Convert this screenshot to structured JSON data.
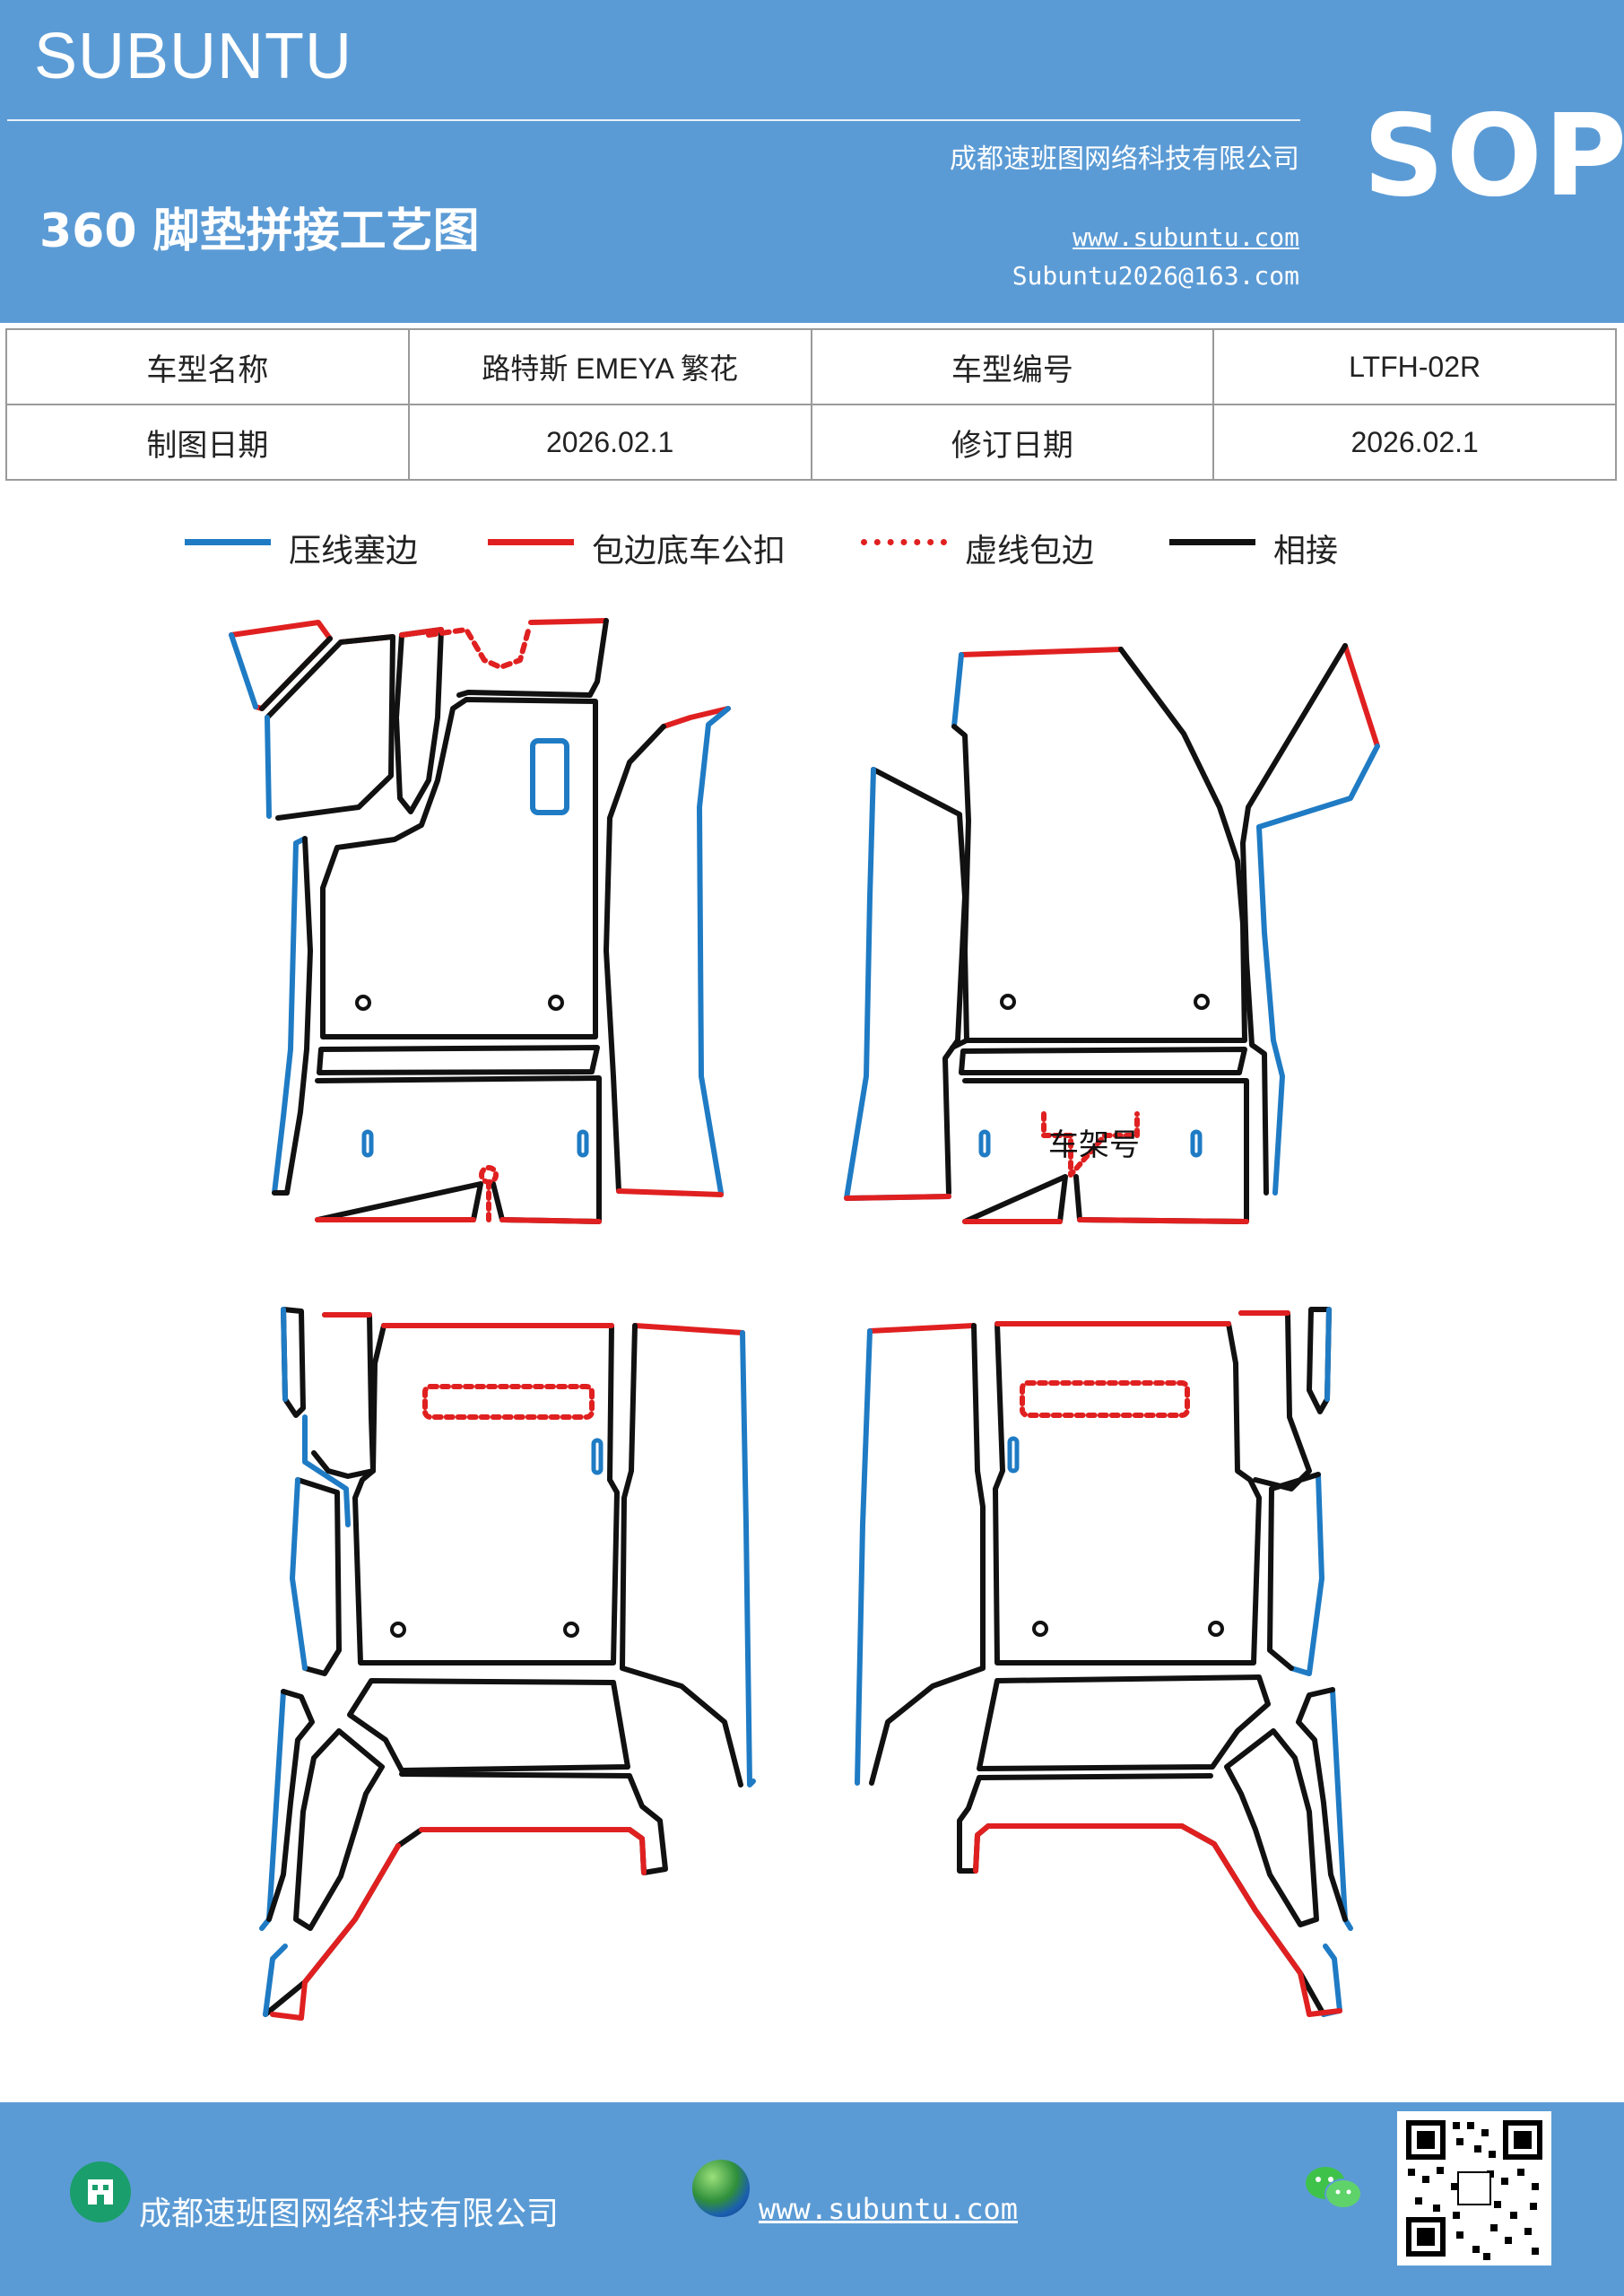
{
  "header": {
    "brand": "SUBUNTU",
    "title": "360 脚垫拼接工艺图",
    "company": "成都速班图网络科技有限公司",
    "website": "www.subuntu.com",
    "email": "Subuntu2026@163.com",
    "badge": "SOP",
    "color": "#5b9bd5"
  },
  "info_table": {
    "rows": [
      [
        "车型名称",
        "路特斯 EMEYA 繁花",
        "车型编号",
        "LTFH-02R"
      ],
      [
        "制图日期",
        "2026.02.1",
        "修订日期",
        "2026.02.1"
      ]
    ]
  },
  "legend": [
    {
      "label": "压线塞边",
      "color": "#1f7bc4",
      "style": "solid"
    },
    {
      "label": "包边底车公扣",
      "color": "#e02020",
      "style": "solid"
    },
    {
      "label": "虚线包边",
      "color": "#e02020",
      "style": "dotted"
    },
    {
      "label": "相接",
      "color": "#111111",
      "style": "solid"
    }
  ],
  "diagram": {
    "frame_label": "车架号"
  },
  "footer": {
    "company": "成都速班图网络科技有限公司",
    "website": "www.subuntu.com",
    "icons": [
      "building-icon",
      "globe-icon",
      "wechat-icon",
      "qr-code"
    ]
  }
}
